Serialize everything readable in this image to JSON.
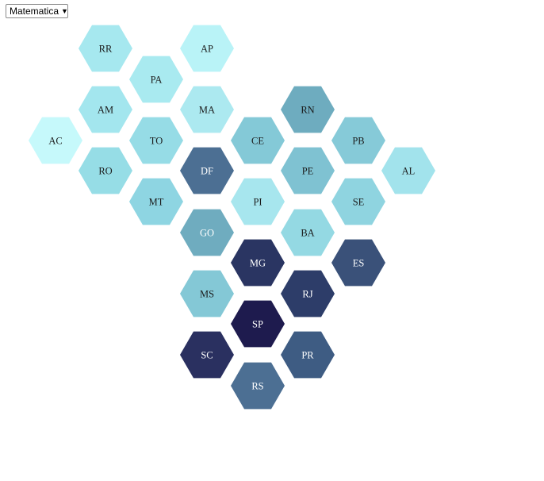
{
  "subject_select": {
    "value": "Matematica"
  },
  "icons": {
    "dropdown": "triangle-down-icon"
  },
  "tiles": [
    {
      "code": "RR",
      "color": "#a6e8ef",
      "text": "#1b1b1b"
    },
    {
      "code": "AP",
      "color": "#b9f3f7",
      "text": "#1b1b1b"
    },
    {
      "code": "PA",
      "color": "#a9eaf0",
      "text": "#1b1b1b"
    },
    {
      "code": "AM",
      "color": "#a3e6ee",
      "text": "#1b1b1b"
    },
    {
      "code": "MA",
      "color": "#ace9f0",
      "text": "#1b1b1b"
    },
    {
      "code": "RN",
      "color": "#6eacbf",
      "text": "#1b1b1b"
    },
    {
      "code": "AC",
      "color": "#c6f9fb",
      "text": "#1b1b1b"
    },
    {
      "code": "TO",
      "color": "#96dce6",
      "text": "#1b1b1b"
    },
    {
      "code": "CE",
      "color": "#84c9d7",
      "text": "#1b1b1b"
    },
    {
      "code": "PB",
      "color": "#86cad8",
      "text": "#1b1b1b"
    },
    {
      "code": "RO",
      "color": "#96dde6",
      "text": "#1b1b1b"
    },
    {
      "code": "DF",
      "color": "#4c6f93",
      "text": "#ffffff"
    },
    {
      "code": "PE",
      "color": "#7fc2d2",
      "text": "#1b1b1b"
    },
    {
      "code": "AL",
      "color": "#a2e3ec",
      "text": "#1b1b1b"
    },
    {
      "code": "MT",
      "color": "#8ed5e2",
      "text": "#1b1b1b"
    },
    {
      "code": "PI",
      "color": "#a7e6ee",
      "text": "#1b1b1b"
    },
    {
      "code": "SE",
      "color": "#8fd4e0",
      "text": "#1b1b1b"
    },
    {
      "code": "GO",
      "color": "#6facbf",
      "text": "#ffffff"
    },
    {
      "code": "BA",
      "color": "#94d9e3",
      "text": "#1b1b1b"
    },
    {
      "code": "MG",
      "color": "#2a3562",
      "text": "#ffffff"
    },
    {
      "code": "ES",
      "color": "#3a5179",
      "text": "#ffffff"
    },
    {
      "code": "MS",
      "color": "#84c8d6",
      "text": "#1b1b1b"
    },
    {
      "code": "RJ",
      "color": "#2d3d69",
      "text": "#ffffff"
    },
    {
      "code": "SP",
      "color": "#1e1b4e",
      "text": "#ffffff"
    },
    {
      "code": "SC",
      "color": "#2a3060",
      "text": "#ffffff"
    },
    {
      "code": "PR",
      "color": "#3e5c83",
      "text": "#ffffff"
    },
    {
      "code": "RS",
      "color": "#4c6f93",
      "text": "#ffffff"
    }
  ]
}
